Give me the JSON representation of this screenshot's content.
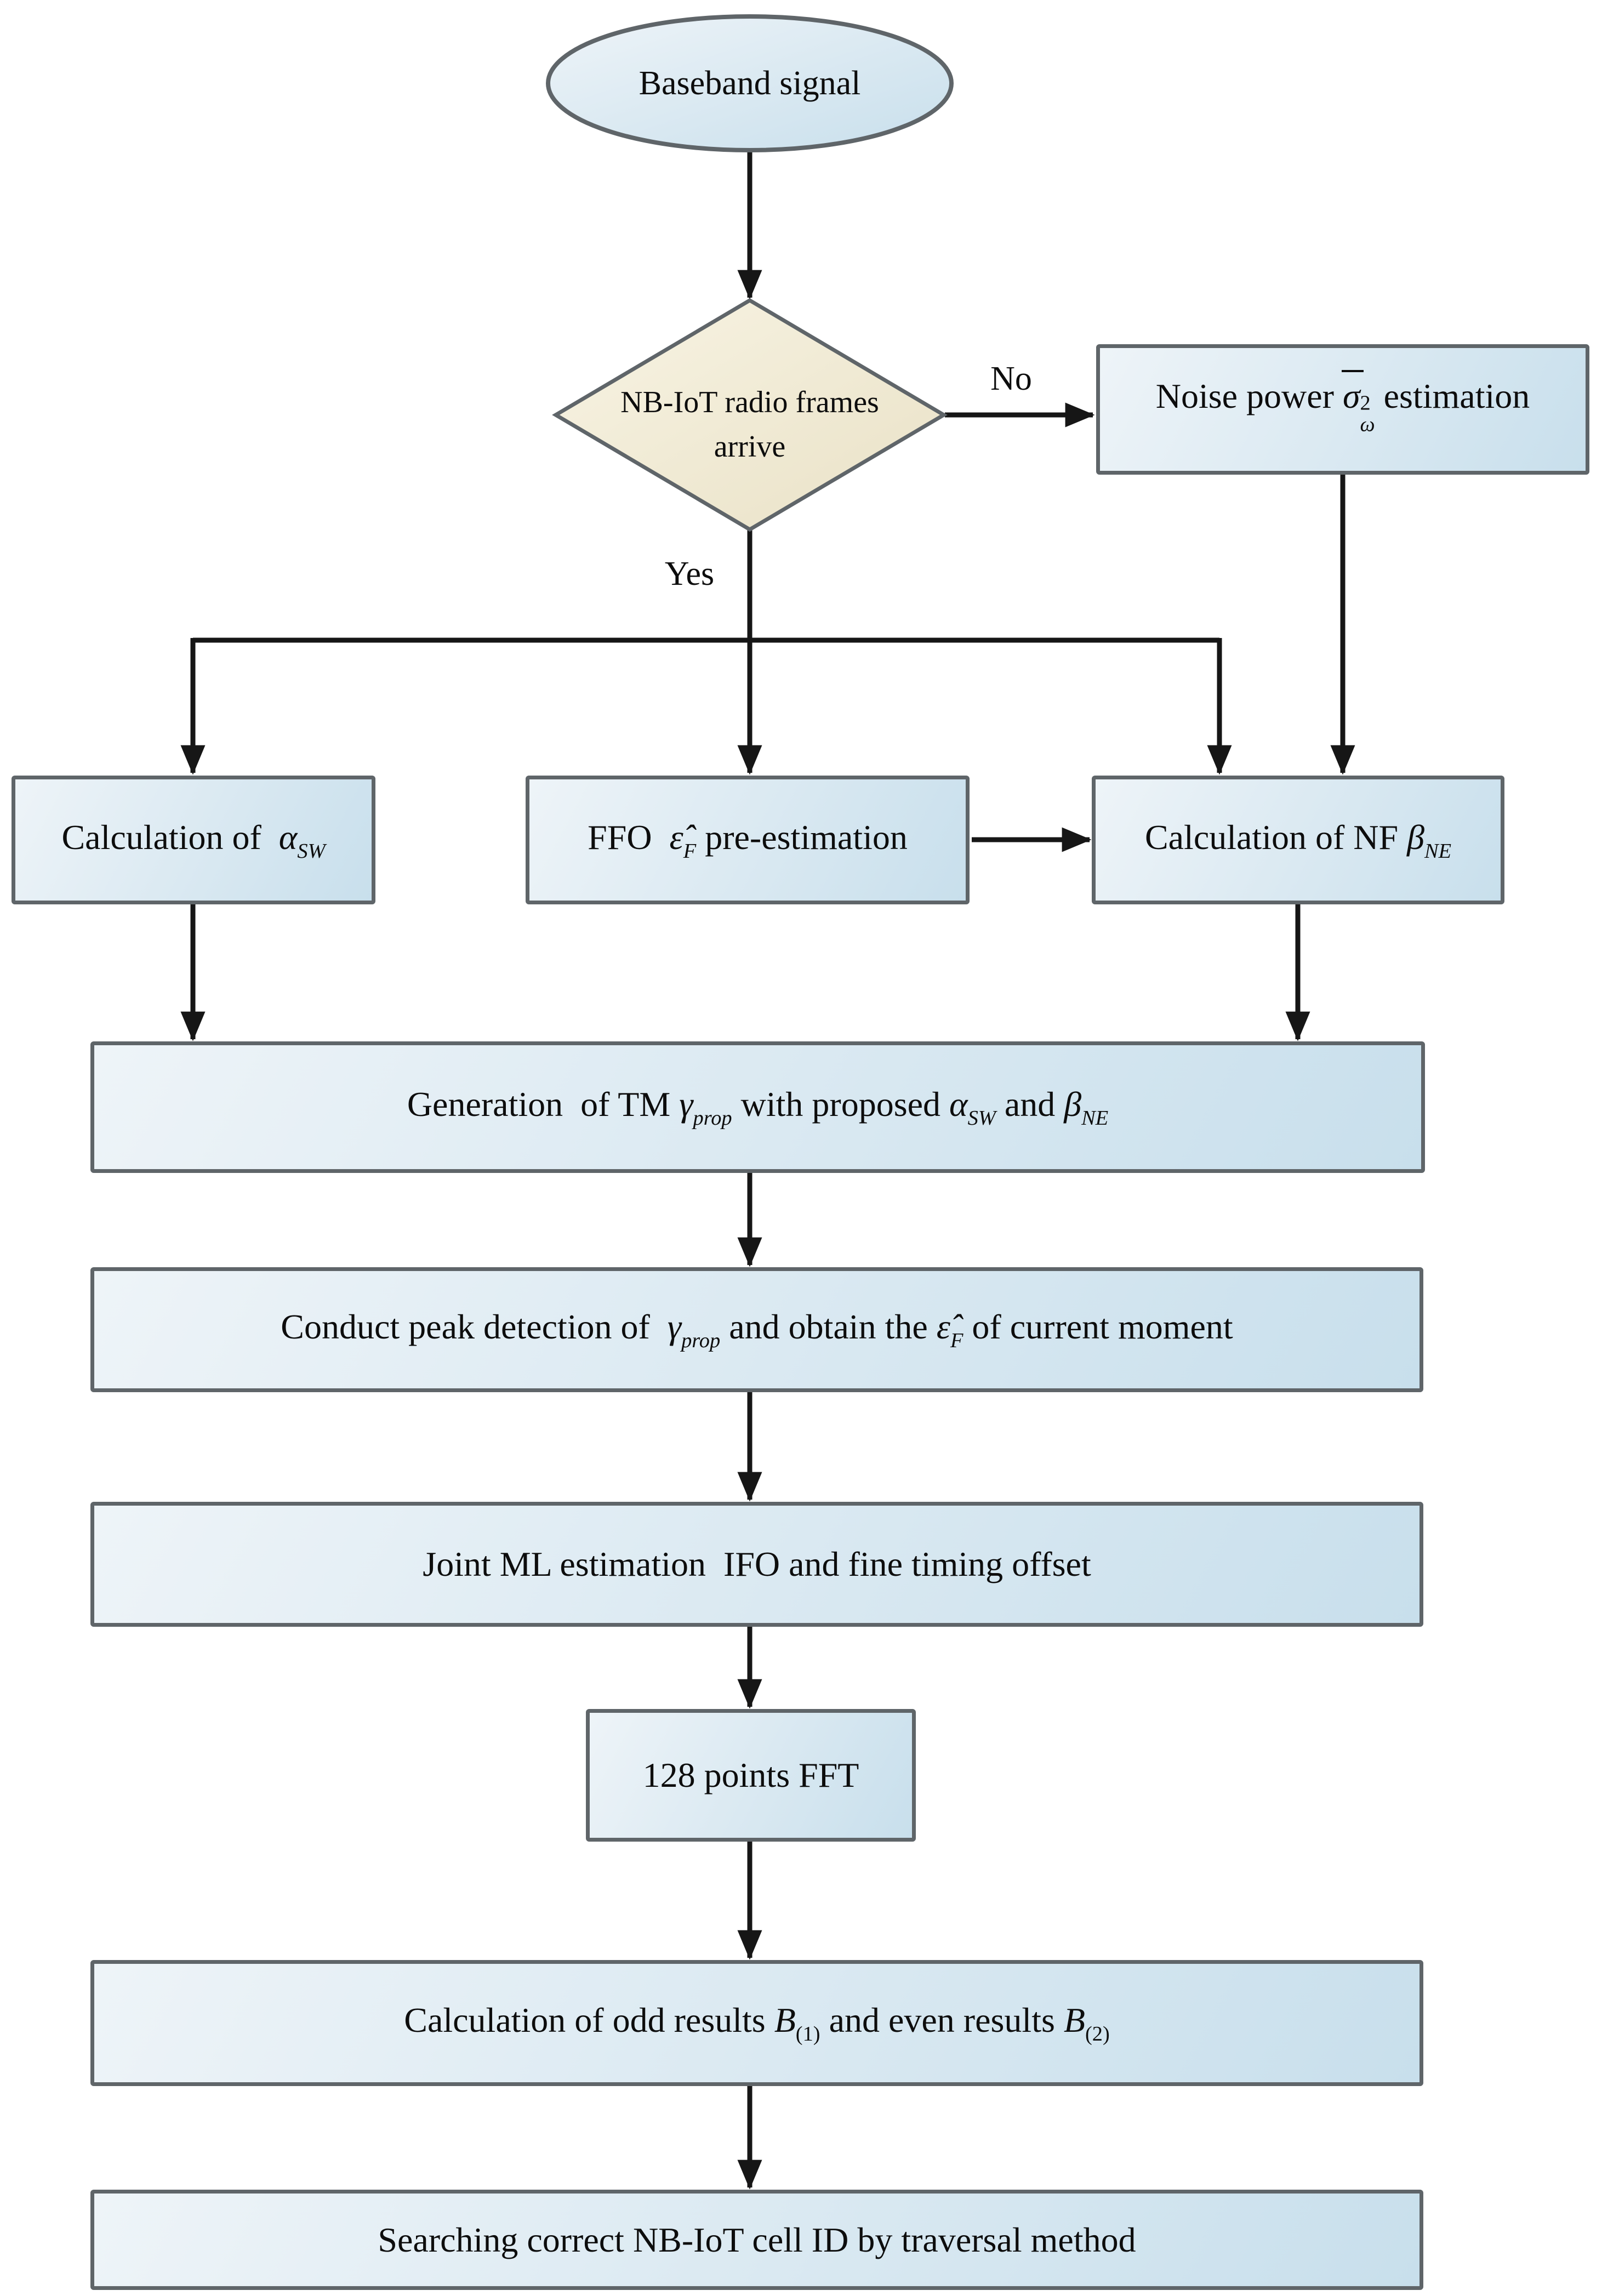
{
  "figure": {
    "kind": "flowchart"
  },
  "colors": {
    "box-border": "#5f6569",
    "fill-a": "#eef4f8",
    "fill-b": "#c8dfec",
    "dia-a": "#f8f4e4",
    "dia-b": "#e9e1c6",
    "arrow": "#161616",
    "text": "#0d0d0d"
  },
  "labels": {
    "yes": "Yes",
    "no": "No"
  },
  "nodes": {
    "start": {
      "text": "Baseband signal"
    },
    "decision": {
      "line1": "NB-IoT radio frames",
      "line2": "arrive"
    },
    "noise": {
      "p1": "Noise power ",
      "sym": "σ",
      "sup": "2",
      "sub": "ω",
      "p2": " estimation"
    },
    "calc_asw": {
      "p1": "Calculation of  ",
      "sym": "α",
      "sub": "SW"
    },
    "ffo": {
      "p1": "FFO  ",
      "sym": "ε̂",
      "sub": "F",
      "p2": " pre-estimation"
    },
    "calc_nf": {
      "p1": "Calculation of NF ",
      "sym": "β",
      "sub": "NE"
    },
    "gen": {
      "p1": "Generation  of TM ",
      "sym1": "γ",
      "sub1": "prop",
      "p2": " with proposed ",
      "sym2": "α",
      "sub2": "SW",
      "p3": " and ",
      "sym3": "β",
      "sub3": "NE"
    },
    "peak": {
      "p1": "Conduct peak detection of  ",
      "sym1": "γ",
      "sub1": "prop",
      "p2": " and obtain the ",
      "sym2": "ε̂",
      "sub2": "F",
      "p3": " of current moment"
    },
    "joint": {
      "text": "Joint ML estimation  IFO and fine timing offset"
    },
    "fft": {
      "text": "128 points FFT"
    },
    "odd": {
      "p1": "Calculation of odd results ",
      "sym1": "B",
      "sub1": "(1)",
      "p2": " and even results ",
      "sym2": "B",
      "sub2": "(2)"
    },
    "search": {
      "text": "Searching correct NB-IoT cell ID by traversal method"
    }
  }
}
